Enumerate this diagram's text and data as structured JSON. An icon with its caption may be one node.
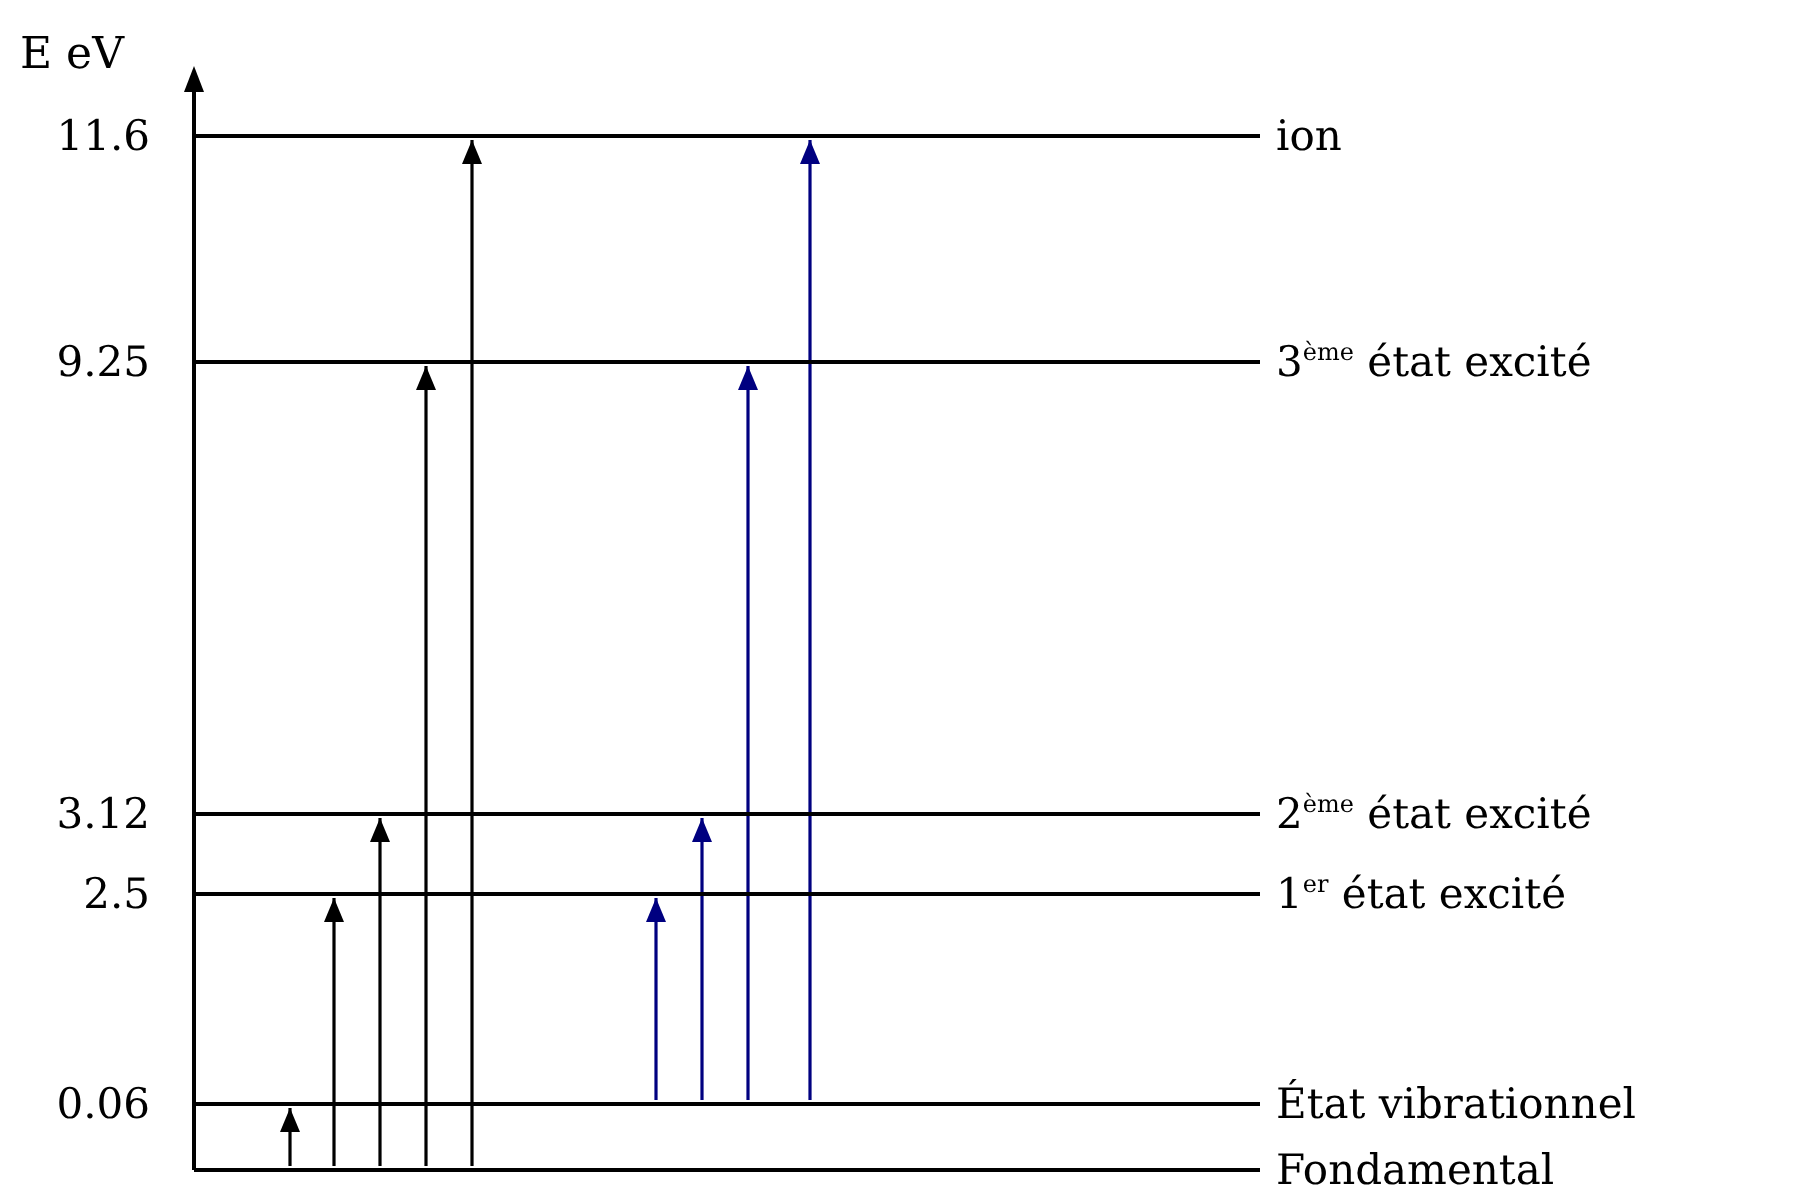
{
  "diagram": {
    "nodes": [
      {
        "text": [
          "ion"
        ],
        "beside": [
          "11.6"
        ]
      },
      {
        "text": [
          "3$^{ème}$ état excité"
        ],
        "beside": [
          "9.25"
        ]
      },
      {
        "text": [
          "2$^{ème}$ état excité"
        ],
        "beside": [
          "3.12"
        ]
      },
      {
        "text": [
          "1$^{er}$ état excité"
        ],
        "beside": [
          "2.5"
        ]
      },
      {
        "text": [
          "État vibrationnel"
        ],
        "beside": [
          "0.06"
        ]
      },
      {
        "text": [
          "Fondamental"
        ]
      }
    ],
    "edges": [
      {
        "from": 5,
        "to": 4,
        "arrow": "to"
      },
      {
        "from": 5,
        "to": 3,
        "arrow": "to"
      },
      {
        "from": 5,
        "to": 2,
        "arrow": "to"
      },
      {
        "from": 5,
        "to": 1,
        "arrow": "to"
      },
      {
        "from": 5,
        "to": 0,
        "arrow": "to"
      },
      {
        "from": 4,
        "to": 3,
        "arrow": "to",
        "color": "#000080"
      },
      {
        "from": 4,
        "to": 2,
        "arrow": "to",
        "color": "#000080"
      },
      {
        "from": 4,
        "to": 1,
        "arrow": "to",
        "color": "#000080"
      },
      {
        "from": 4,
        "to": 0,
        "arrow": "to",
        "color": "#000080"
      }
    ],
    "labels": [
      "E eV"
    ]
  }
}
